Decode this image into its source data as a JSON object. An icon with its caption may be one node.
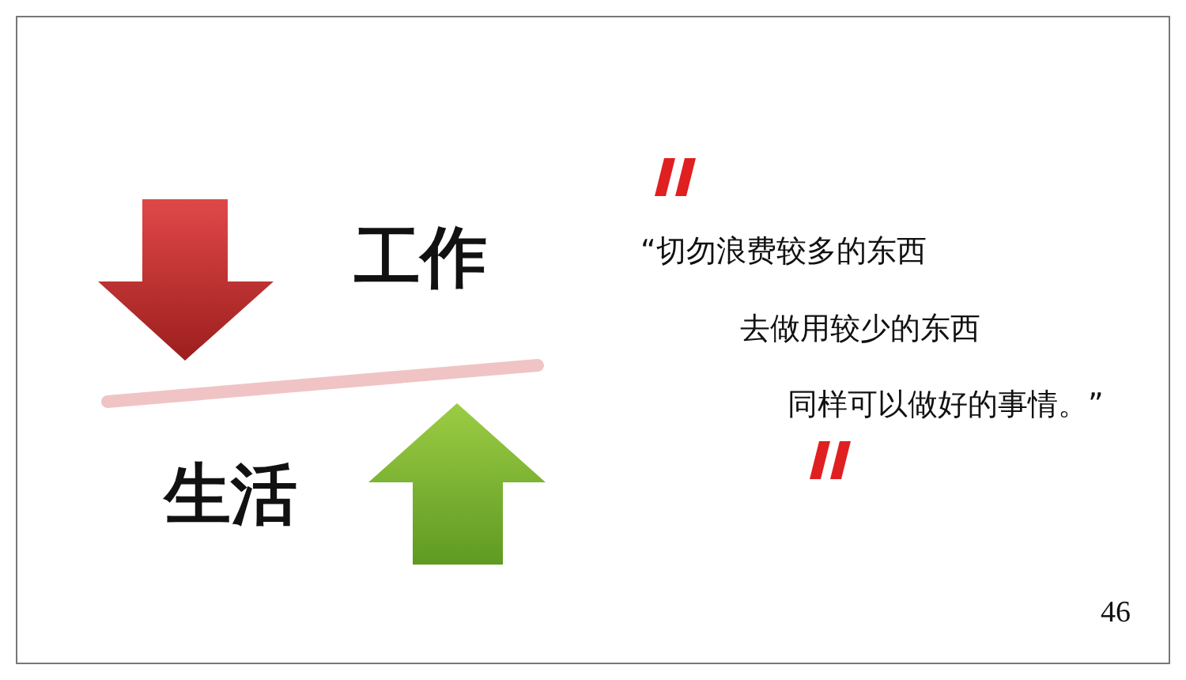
{
  "diagram": {
    "labels": [
      "工作",
      "生活",
      "“切勿浪费较多的东西",
      "去做用较少的东西",
      "同样可以做好的事情。”",
      "46"
    ]
  }
}
